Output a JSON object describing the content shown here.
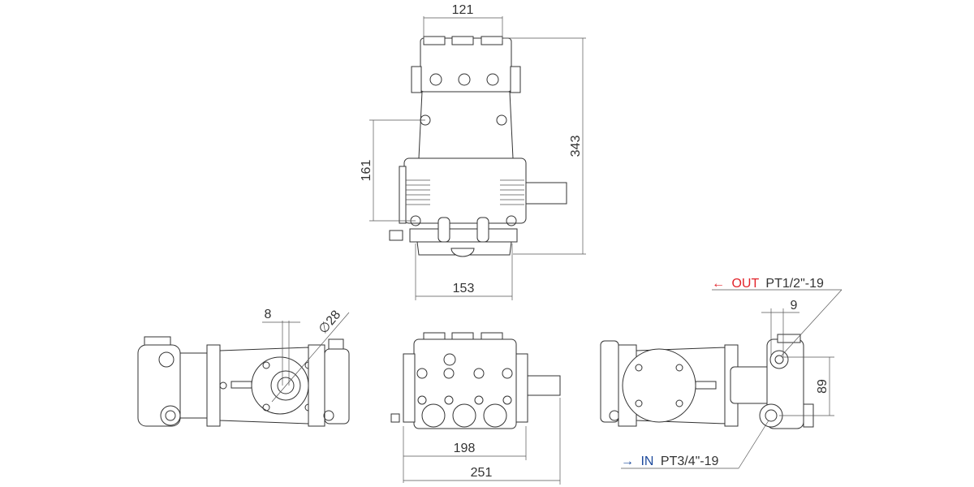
{
  "dimensions": {
    "top_width": "121",
    "total_height": "343",
    "mount_height": "161",
    "base_width": "153",
    "shaft_key": "8",
    "shaft_diameter": "∅28",
    "outlet_offset": "9",
    "port_spacing": "89",
    "front_width": "198",
    "overall_width": "251"
  },
  "ports": {
    "out": {
      "arrow": "←",
      "label": "OUT",
      "spec": "PT1/2\"-19",
      "color": "#e2242b"
    },
    "in": {
      "arrow": "→",
      "label": "IN",
      "spec": "PT3/4\"-19",
      "color": "#1d4a9c"
    }
  }
}
